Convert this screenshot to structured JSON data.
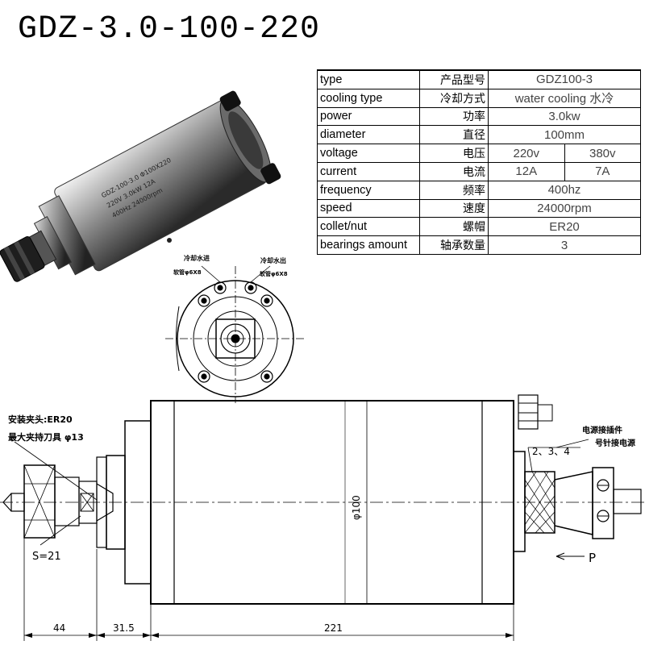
{
  "title": "GDZ-3.0-100-220",
  "spec_table": {
    "rows": [
      {
        "en": "type",
        "cn": "产品型号",
        "values": [
          "GDZ100-3"
        ]
      },
      {
        "en": "cooling type",
        "cn": "冷却方式",
        "values": [
          "water cooling 水冷"
        ]
      },
      {
        "en": "power",
        "cn": "功率",
        "values": [
          "3.0kw"
        ]
      },
      {
        "en": "diameter",
        "cn": "直径",
        "values": [
          "100mm"
        ]
      },
      {
        "en": "voltage",
        "cn": "电压",
        "values": [
          "220v",
          "380v"
        ]
      },
      {
        "en": "current",
        "cn": "电流",
        "values": [
          "12A",
          "7A"
        ]
      },
      {
        "en": "frequency",
        "cn": "频率",
        "values": [
          "400hz"
        ]
      },
      {
        "en": "speed",
        "cn": "速度",
        "values": [
          "24000rpm"
        ]
      },
      {
        "en": "collet/nut",
        "cn": "螺帽",
        "values": [
          "ER20"
        ]
      },
      {
        "en": "bearings amount",
        "cn": "轴承数量",
        "values": [
          "3"
        ]
      }
    ]
  },
  "end_view": {
    "label_left_1": "冷却水进",
    "label_left_2": "软管φ6X8",
    "label_right_1": "冷却水出",
    "label_right_2": "软管φ6X8"
  },
  "drawing": {
    "collet_label": "安装夹头:ER20",
    "clamp_label": "最大夹持刀具 φ13",
    "wrench_label": "S=21",
    "diameter_label": "φ100",
    "power_plug_label_1": "电源接插件",
    "power_plug_label_2": "号针接电源",
    "pin_numbers": "2、3、4",
    "arrow_label": "P",
    "dim_1": "44",
    "dim_2": "31.5",
    "dim_3": "221"
  },
  "photo": {
    "body_text_1": "GDZ-100-3.0 Φ100X220",
    "body_text_2": "220V 3.0kW 12A",
    "body_text_3": "400Hz 24000rpm"
  }
}
